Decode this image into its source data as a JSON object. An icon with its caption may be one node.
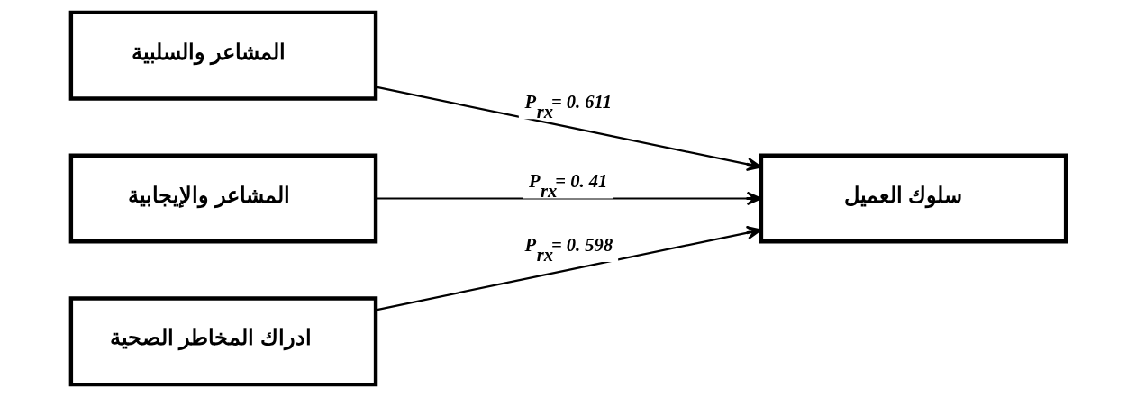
{
  "diagram": {
    "nodes": [
      {
        "text": [
          "المشاعر والسلبية"
        ]
      },
      {
        "text": [
          "المشاعر والإيجابية"
        ]
      },
      {
        "text": [
          "ادراك المخاطر الصحية"
        ]
      },
      {
        "text": [
          "سلوك العميل"
        ]
      }
    ],
    "edges": [
      {
        "from": 0,
        "to": 3,
        "arrow": "to",
        "label": "P$_{rx}$= 0. 611"
      },
      {
        "from": 1,
        "to": 3,
        "arrow": "to",
        "label": "P$_{rx}$= 0. 41"
      },
      {
        "from": 2,
        "to": 3,
        "arrow": "to",
        "label": "P$_{rx}$= 0. 598"
      }
    ]
  }
}
